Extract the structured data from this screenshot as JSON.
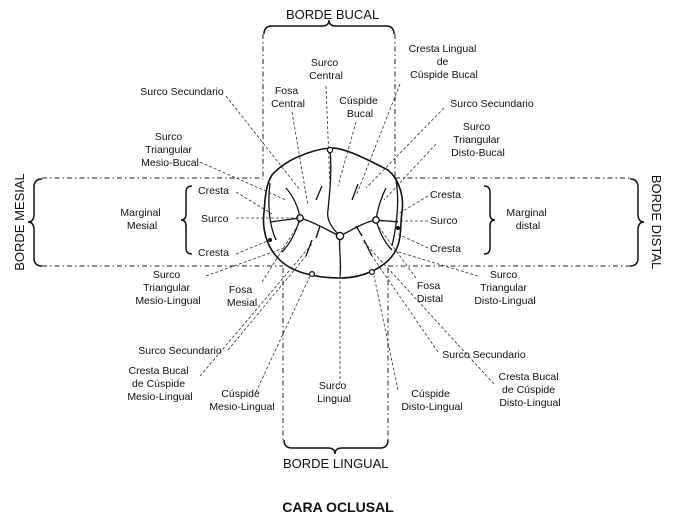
{
  "borders": {
    "top": "BORDE BUCAL",
    "bottom": "BORDE LINGUAL",
    "left": "BORDE MESIAL",
    "right": "BORDE DISTAL"
  },
  "title": "CARA OCLUSAL",
  "labels": {
    "surco_central": [
      "Surco",
      "Central"
    ],
    "fosa_central": [
      "Fosa",
      "Central"
    ],
    "cuspide_bucal": [
      "Cúspide",
      "Bucal"
    ],
    "cresta_lingual_cuspide_bucal": [
      "Cresta Lingual",
      "de",
      "Cúspide Bucal"
    ],
    "surco_secundario_tl": "Surco Secundario",
    "surco_secundario_tr": "Surco Secundario",
    "surco_triangular_mesio_bucal": [
      "Surco",
      "Triangular",
      "Mesio-Bucal"
    ],
    "surco_triangular_disto_bucal": [
      "Surco",
      "Triangular",
      "Disto-Bucal"
    ],
    "marginal_mesial": [
      "Marginal",
      "Mesial"
    ],
    "marginal_distal": [
      "Marginal",
      "distal"
    ],
    "mesial_cresta_top": "Cresta",
    "mesial_surco": "Surco",
    "mesial_cresta_bottom": "Cresta",
    "distal_cresta_top": "Cresta",
    "distal_surco": "Surco",
    "distal_cresta_bottom": "Cresta",
    "surco_triangular_mesio_lingual": [
      "Surco",
      "Triangular",
      "Mesio-Lingual"
    ],
    "fosa_mesial": [
      "Fosa",
      "Mesial"
    ],
    "fosa_distal": [
      "Fosa",
      "Distal"
    ],
    "surco_triangular_disto_lingual": [
      "Surco",
      "Triangular",
      "Disto-Lingual"
    ],
    "surco_secundario_bl": "Surco Secundario",
    "surco_secundario_br": "Surco Secundario",
    "cresta_bucal_cuspide_mesio_lingual": [
      "Cresta Bucal",
      "de Cúspide",
      "Mesio-Lingual"
    ],
    "cuspide_mesio_lingual": [
      "Cúspide",
      "Mesio-Lingual"
    ],
    "surco_lingual": [
      "Surco",
      "Lingual"
    ],
    "cuspide_disto_lingual": [
      "Cúspide",
      "Disto-Lingual"
    ],
    "cresta_bucal_cuspide_disto_lingual": [
      "Cresta Bucal",
      "de Cúspide",
      "Disto-Lingual"
    ]
  }
}
